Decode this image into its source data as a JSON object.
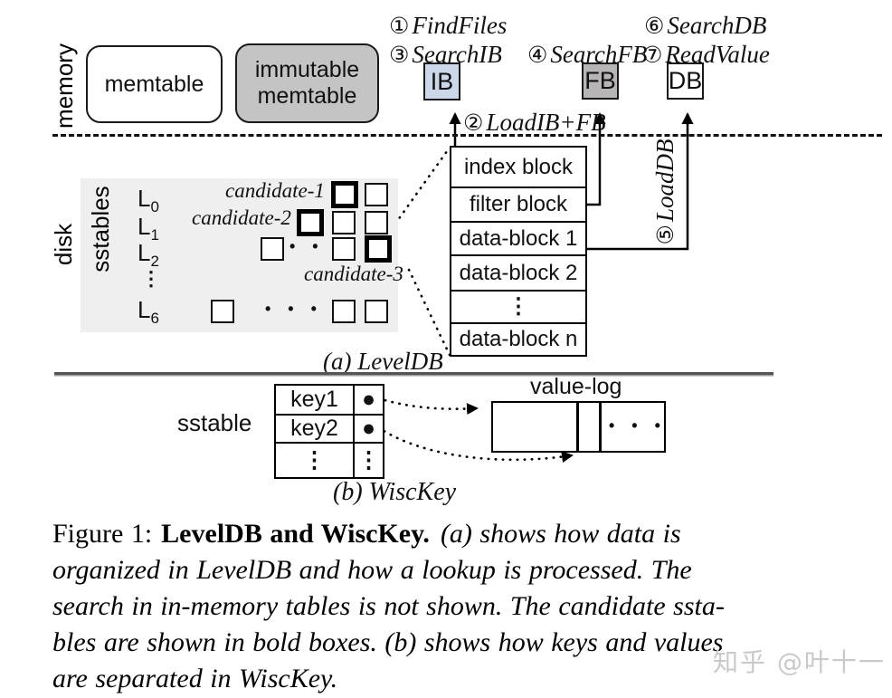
{
  "figure_a": {
    "caption": "(a) LevelDB",
    "memory_label": "memory",
    "disk_label": "disk",
    "memtable_label": "memtable",
    "immutable_label": "immutable memtable",
    "steps": {
      "find_files": {
        "num": "①",
        "text": "FindFiles"
      },
      "load_ib_fb": {
        "num": "②",
        "text": "LoadIB+FB"
      },
      "search_ib": {
        "num": "③",
        "text": "SearchIB"
      },
      "search_fb": {
        "num": "④",
        "text": "SearchFB"
      },
      "load_db": {
        "num": "⑤",
        "text": "LoadDB"
      },
      "search_db": {
        "num": "⑥",
        "text": "SearchDB"
      },
      "read_value": {
        "num": "⑦",
        "text": "ReadValue"
      }
    },
    "blocks": {
      "ib": "IB",
      "fb": "FB",
      "db": "DB"
    },
    "sstables_label": "sstables",
    "levels": [
      {
        "base": "L",
        "sub": "0"
      },
      {
        "base": "L",
        "sub": "1"
      },
      {
        "base": "L",
        "sub": "2"
      },
      {
        "dots": "⋮"
      },
      {
        "base": "L",
        "sub": "6"
      }
    ],
    "candidates": [
      "candidate-1",
      "candidate-2",
      "candidate-3"
    ],
    "dots_h": "• • •",
    "stack": {
      "rows": [
        "index block",
        "filter block",
        "data-block 1",
        "data-block 2",
        "⋮",
        "data-block n"
      ]
    }
  },
  "figure_b": {
    "caption": "(b) WiscKey",
    "sstable_label": "sstable",
    "keys": [
      "key1",
      "key2"
    ],
    "bullet": "●",
    "dots_v": "⋮",
    "value_log_label": "value-log",
    "value_log_dots": "• • •"
  },
  "caption": {
    "lines": [
      {
        "prefix": "Figure 1:",
        "bold": "LevelDB and WiscKey.",
        "italic": "(a) shows how data is"
      },
      {
        "italic": "organized in LevelDB and how a lookup is processed.  The"
      },
      {
        "italic": "search in in-memory tables is not shown. The candidate ssta-"
      },
      {
        "italic": "bles are shown in bold boxes. (b) shows how keys and values"
      },
      {
        "italic": "are separated in WiscKey."
      }
    ]
  },
  "watermark": "知乎 @叶十一",
  "colors": {
    "ib_fill": "#cbd8ea",
    "fb_fill": "#b7b5b5",
    "immutable_fill": "#c4c4c4",
    "disk_panel_fill": "#f0efef"
  }
}
